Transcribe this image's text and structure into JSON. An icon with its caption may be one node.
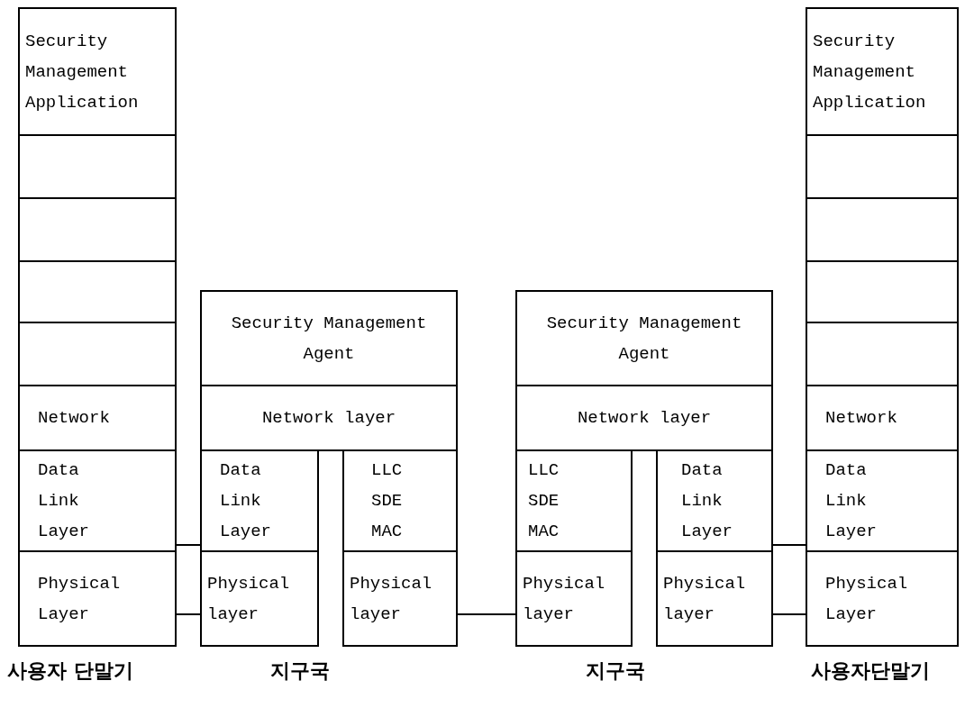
{
  "diagram": {
    "nodes": [
      {
        "text": [
          "Security Management Application"
        ]
      },
      {
        "text": [],
        "shape": "box"
      },
      {
        "text": [],
        "shape": "box"
      },
      {
        "text": [],
        "shape": "box"
      },
      {
        "text": [],
        "shape": "box"
      },
      {
        "text": [
          "Network"
        ]
      },
      {
        "text": [
          "Data Link Layer"
        ]
      },
      {
        "text": [
          "Physical Layer"
        ]
      },
      {
        "text": [
          "Security Management Agent"
        ]
      },
      {
        "text": [
          "Network layer"
        ]
      },
      {
        "text": [
          "Data Link Layer"
        ]
      },
      {
        "text": [
          "Physical layer"
        ]
      },
      {
        "text": [
          "LLC SDE MAC"
        ]
      },
      {
        "text": [
          "Physical layer"
        ]
      },
      {
        "text": [
          "Security Management Agent"
        ]
      },
      {
        "text": [
          "Network layer"
        ]
      },
      {
        "text": [
          "LLC SDE MAC"
        ]
      },
      {
        "text": [
          "Physical layer"
        ]
      },
      {
        "text": [
          "Data Link Layer"
        ]
      },
      {
        "text": [
          "Physical layer"
        ]
      },
      {
        "text": [
          "Security Management Application"
        ]
      },
      {
        "text": [],
        "shape": "box"
      },
      {
        "text": [],
        "shape": "box"
      },
      {
        "text": [],
        "shape": "box"
      },
      {
        "text": [],
        "shape": "box"
      },
      {
        "text": [
          "Network"
        ]
      },
      {
        "text": [
          "Data Link Layer"
        ]
      },
      {
        "text": [
          "Physical Layer"
        ]
      }
    ],
    "edges": [
      {
        "from": 6,
        "to": 10,
        "arrow": "none"
      },
      {
        "from": 7,
        "to": 11,
        "arrow": "none"
      },
      {
        "from": 13,
        "to": 17,
        "arrow": "none"
      },
      {
        "from": 18,
        "to": 26,
        "arrow": "none"
      },
      {
        "from": 19,
        "to": 27,
        "arrow": "none"
      }
    ],
    "labels": [
      "사용자 단말기",
      "지구국",
      "지구국",
      "사용자단말기"
    ]
  }
}
